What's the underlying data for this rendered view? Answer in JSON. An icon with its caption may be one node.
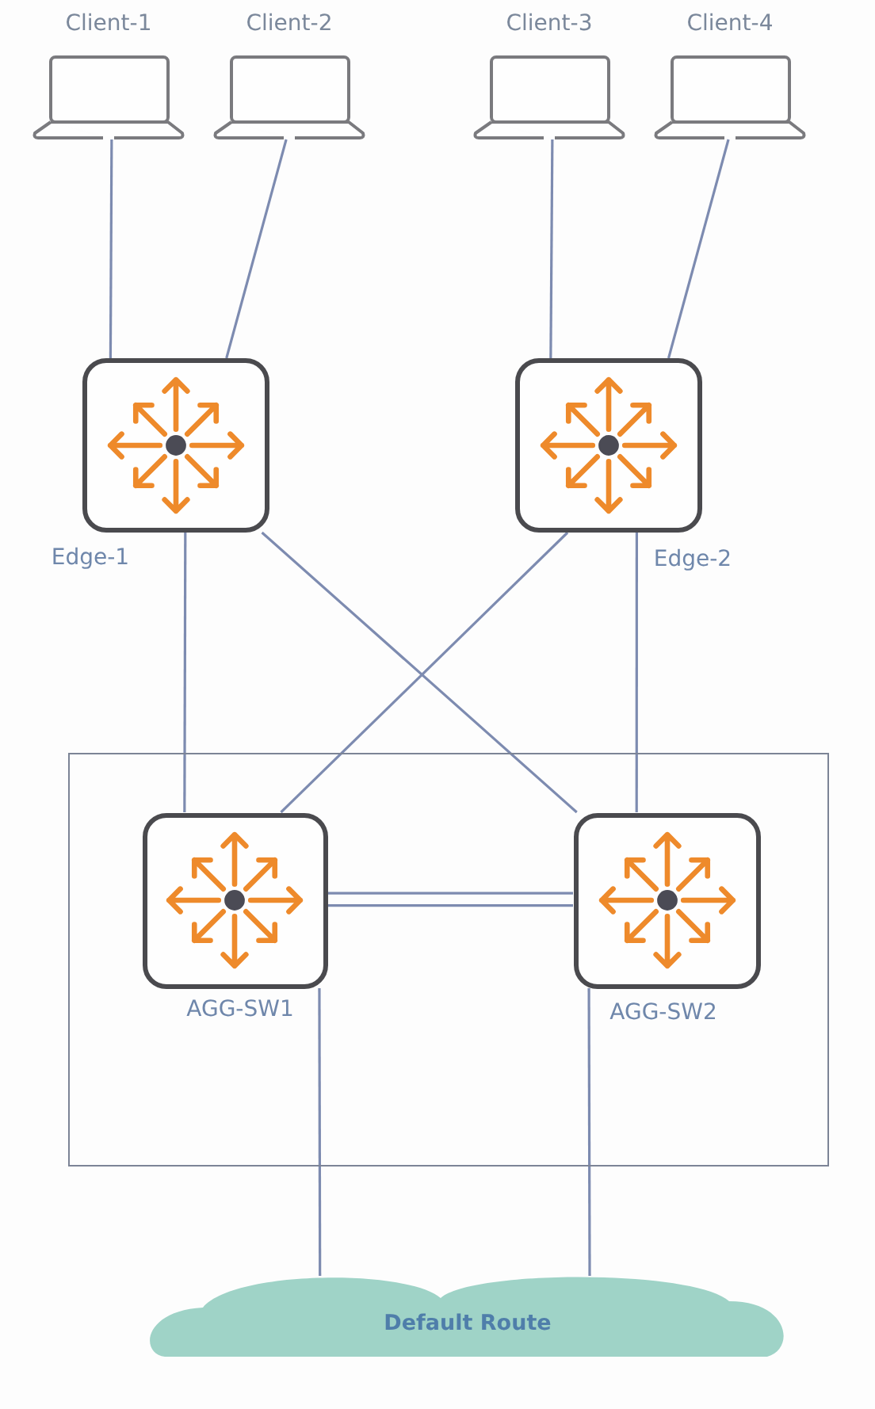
{
  "diagram": {
    "nodes": [
      {
        "text": [
          "Client-1"
        ]
      },
      {
        "text": [
          "Client-2"
        ]
      },
      {
        "text": [
          "Client-3"
        ]
      },
      {
        "text": [
          "Client-4"
        ]
      },
      {
        "text": [
          "Edge-1"
        ]
      },
      {
        "text": [
          "Edge-2"
        ]
      },
      {
        "text": [],
        "shape": "box"
      },
      {
        "text": [
          "AGG-SW1"
        ],
        "in": 6
      },
      {
        "text": [
          "AGG-SW2"
        ],
        "in": 6
      },
      {
        "text": [
          "Default Route"
        ]
      }
    ],
    "edges": [
      {
        "from": 0,
        "to": 4,
        "arrow": "none"
      },
      {
        "from": 1,
        "to": 4,
        "arrow": "none"
      },
      {
        "from": 2,
        "to": 5,
        "arrow": "none"
      },
      {
        "from": 3,
        "to": 5,
        "arrow": "none"
      },
      {
        "from": 4,
        "to": 7,
        "arrow": "none"
      },
      {
        "from": 4,
        "to": 8,
        "arrow": "none"
      },
      {
        "from": 5,
        "to": 7,
        "arrow": "none"
      },
      {
        "from": 5,
        "to": 8,
        "arrow": "none"
      },
      {
        "from": 7,
        "to": 8,
        "arrow": "none"
      },
      {
        "from": 7,
        "to": 8,
        "arrow": "none"
      },
      {
        "from": 7,
        "to": 9,
        "arrow": "none"
      },
      {
        "from": 8,
        "to": 9,
        "arrow": "none"
      }
    ]
  }
}
